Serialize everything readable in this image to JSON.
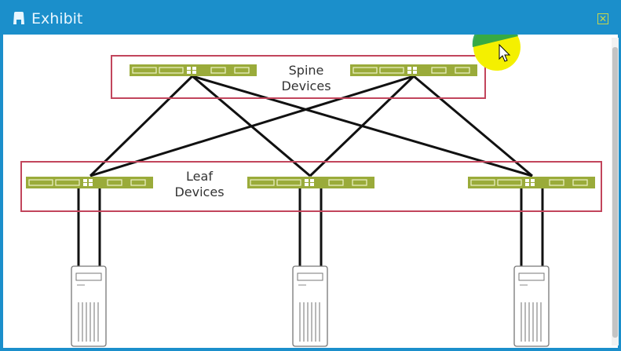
{
  "window": {
    "title": "Exhibit",
    "close_label": "✕"
  },
  "diagram": {
    "spine_label_line1": "Spine",
    "spine_label_line2": "Devices",
    "leaf_label_line1": "Leaf",
    "leaf_label_line2": "Devices"
  },
  "colors": {
    "titlebar": "#1b8fcb",
    "switch": "#9aab3a",
    "group_border": "#c2455c",
    "cursor_highlight": "#f4f000"
  }
}
